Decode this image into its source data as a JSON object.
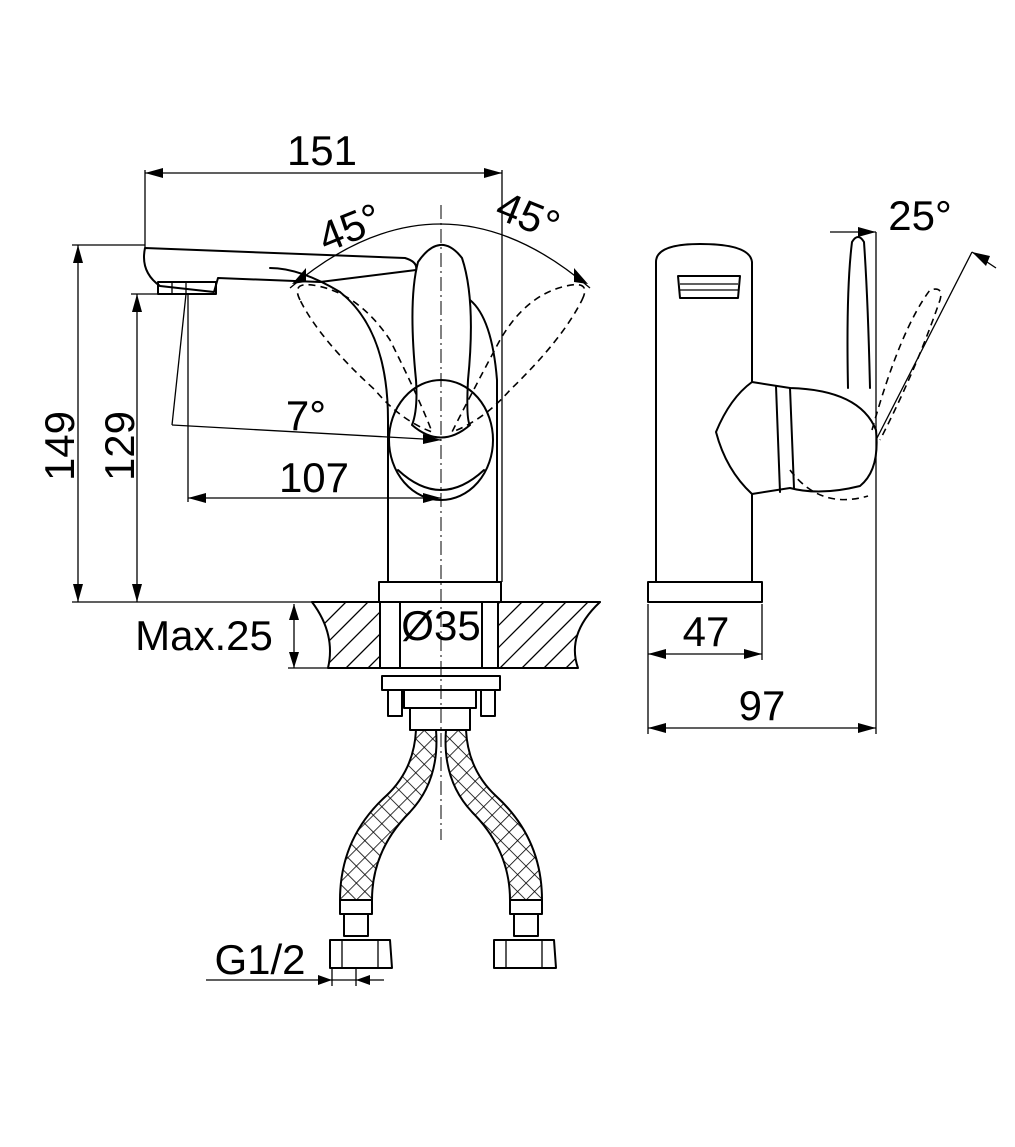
{
  "dimensions": {
    "overall_width": "151",
    "spout_reach": "107",
    "total_height": "149",
    "spout_height": "129",
    "swivel_left": "45°",
    "swivel_right": "45°",
    "spout_tilt": "7°",
    "handle_tilt": "25°",
    "max_deck": "Max.25",
    "hole_diameter": "Ø35",
    "base_width": "47",
    "side_depth": "97",
    "connection": "G1/2"
  }
}
